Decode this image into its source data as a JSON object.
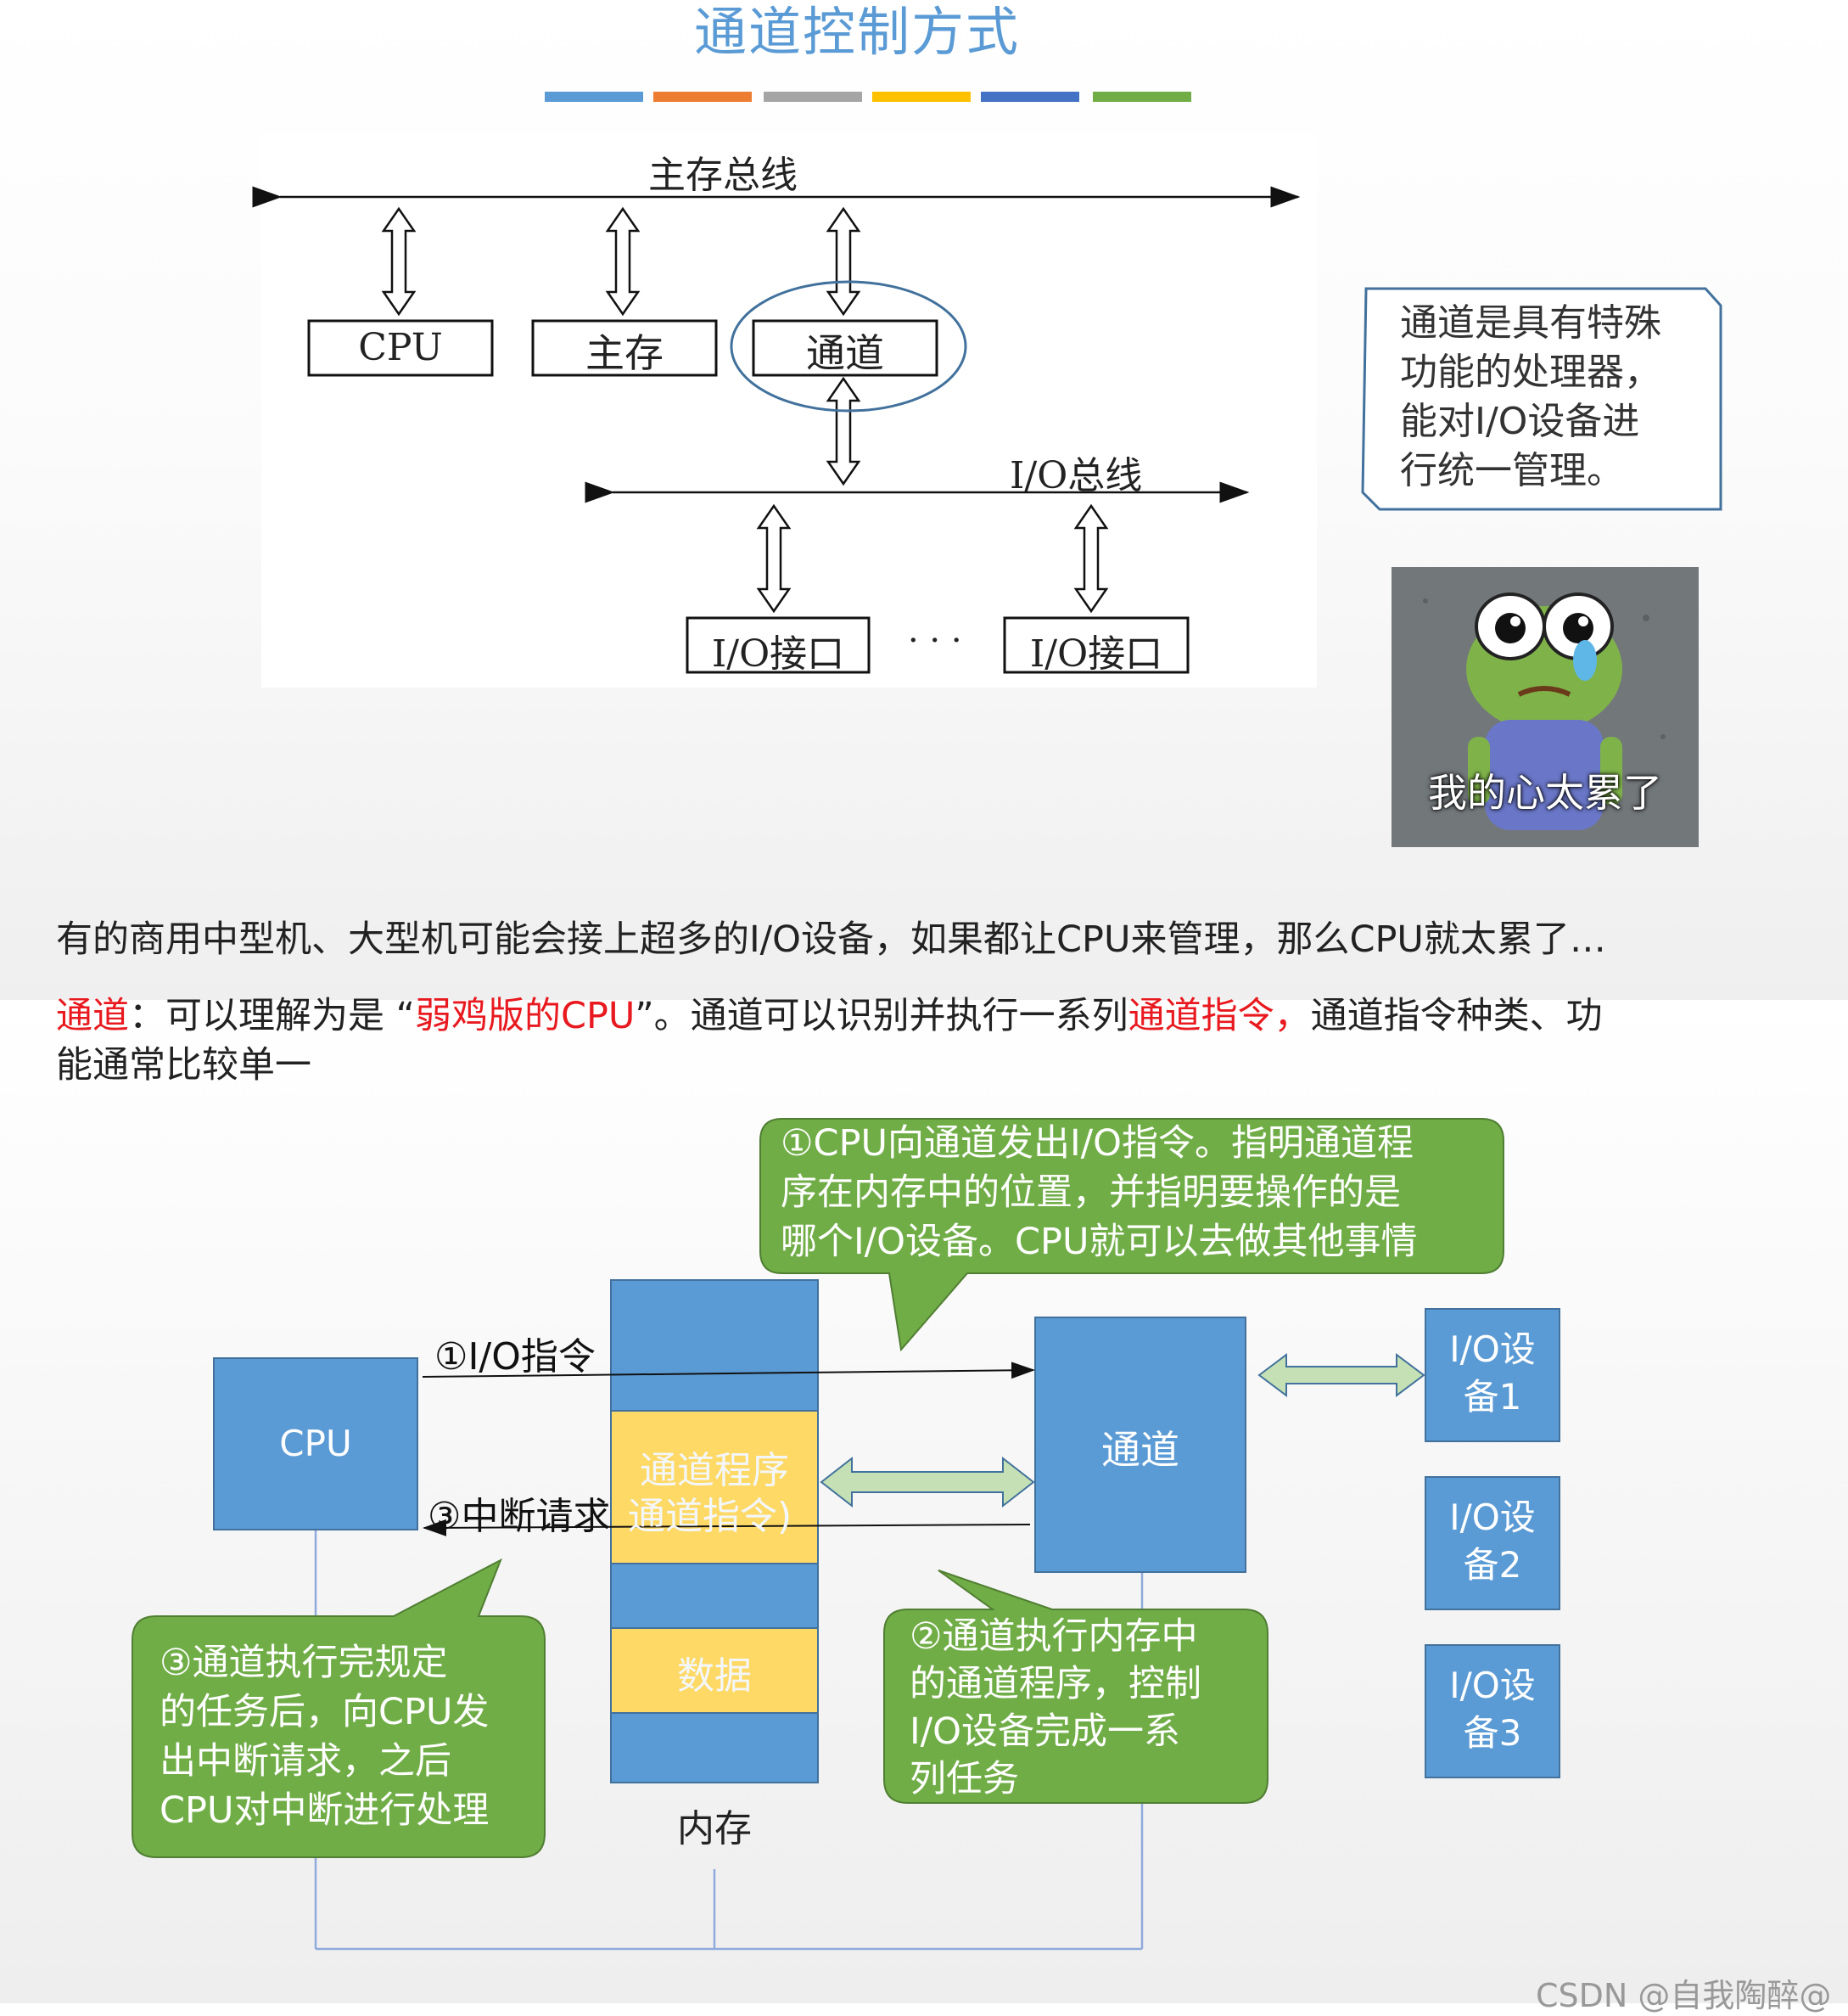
{
  "title": "通道控制方式",
  "deco_colors": [
    "#5b9bd5",
    "#ed7d31",
    "#a5a5a5",
    "#ffc000",
    "#4472c4",
    "#70ad47"
  ],
  "top_diagram": {
    "main_bus": "主存总线",
    "io_bus": "I/O总线",
    "cpu": "CPU",
    "memory": "主存",
    "channel": "通道",
    "io_interface_1": "I/O接口",
    "ellipsis": "· · ·",
    "io_interface_2": "I/O接口"
  },
  "note": {
    "lines": [
      "通道是具有特殊",
      "功能的处理器，",
      "能对I/O设备进",
      "行统一管理。"
    ]
  },
  "meme": {
    "caption": "我的心太累了"
  },
  "paragraph_1": "有的商用中型机、大型机可能会接上超多的I/O设备，如果都让CPU来管理，那么CPU就太累了…",
  "paragraph_2": {
    "term": "通道",
    "part1": "：可以理解为是 “",
    "weak_cpu": "弱鸡版的CPU",
    "part2": "”。通道可以识别并执行一系列",
    "channel_instr": "通道指令，",
    "part3": "通道指令种类、功",
    "line2": "能通常比较单一"
  },
  "bottom_diagram": {
    "cpu": "CPU",
    "channel": "通道",
    "channel_program": "通道程序",
    "channel_program_sub": "通道指令)",
    "data": "数据",
    "memory_label": "内存",
    "io_instruction": "①I/O指令",
    "interrupt_request": "③中断请求",
    "io_devices": [
      [
        "I/O设",
        "备1"
      ],
      [
        "I/O设",
        "备2"
      ],
      [
        "I/O设",
        "备3"
      ]
    ],
    "bubble_1": [
      "①CPU向通道发出I/O指令。指明通道程",
      "序在内存中的位置，并指明要操作的是",
      "哪个I/O设备。CPU就可以去做其他事情"
    ],
    "bubble_2": [
      "②通道执行内存中",
      "的通道程序，控制",
      "I/O设备完成一系",
      "列任务"
    ],
    "bubble_3": [
      "③通道执行完规定",
      "的任务后，向CPU发",
      "出中断请求，之后",
      "CPU对中断进行处理"
    ]
  },
  "watermark": "CSDN @自我陶醉@"
}
